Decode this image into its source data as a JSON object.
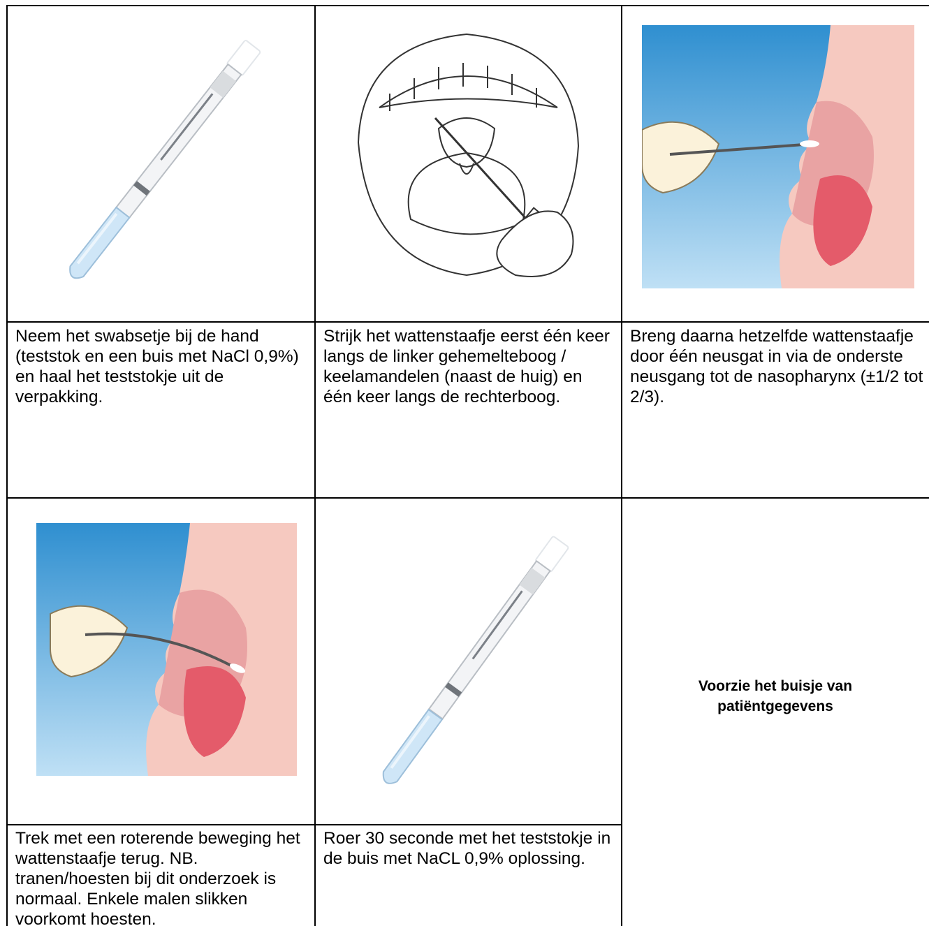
{
  "steps": [
    {
      "text": "Neem het swabsetje bij de hand (teststok en een buis met NaCl 0,9%) en haal het teststokje uit de verpakking."
    },
    {
      "text": "Strijk het wattenstaafje eerst één keer langs de linker gehemelteboog / keelamandelen (naast de huig) en één keer langs de rechterboog."
    },
    {
      "text": "Breng daarna hetzelfde wattenstaafje door één neusgat in via de onderste neusgang tot de nasopharynx (±1/2 tot 2/3)."
    },
    {
      "text": "Trek met een roterende beweging het wattenstaafje terug. NB. tranen/hoesten bij dit onderzoek is normaal. Enkele malen slikken voorkomt hoesten."
    },
    {
      "text": "Roer 30 seconde met het teststokje in de buis met NaCL 0,9% oplossing."
    },
    {
      "text": "Voorzie het buisje van patiëntgegevens"
    }
  ],
  "illustrations": [
    {
      "icon": "swab-tube-icon"
    },
    {
      "icon": "open-mouth-throat-swab-icon"
    },
    {
      "icon": "nasal-swab-insert-icon"
    },
    {
      "icon": "nasal-swab-withdraw-icon"
    },
    {
      "icon": "swab-tube-icon"
    }
  ]
}
